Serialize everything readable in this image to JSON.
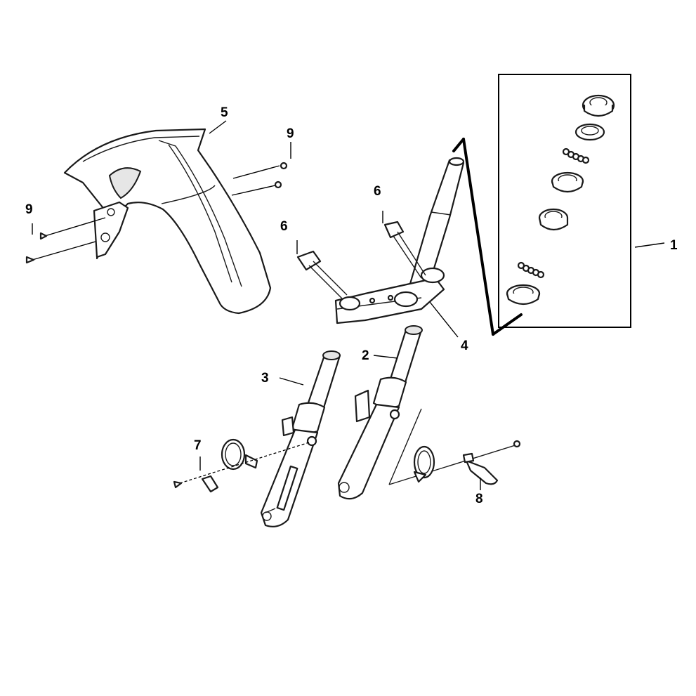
{
  "callouts": [
    {
      "id": "1",
      "label": "1"
    },
    {
      "id": "2",
      "label": "2"
    },
    {
      "id": "3",
      "label": "3"
    },
    {
      "id": "4",
      "label": "4"
    },
    {
      "id": "5",
      "label": "5"
    },
    {
      "id": "6a",
      "label": "6"
    },
    {
      "id": "6b",
      "label": "6"
    },
    {
      "id": "7",
      "label": "7"
    },
    {
      "id": "8",
      "label": "8"
    },
    {
      "id": "9a",
      "label": "9"
    },
    {
      "id": "9b",
      "label": "9"
    }
  ]
}
